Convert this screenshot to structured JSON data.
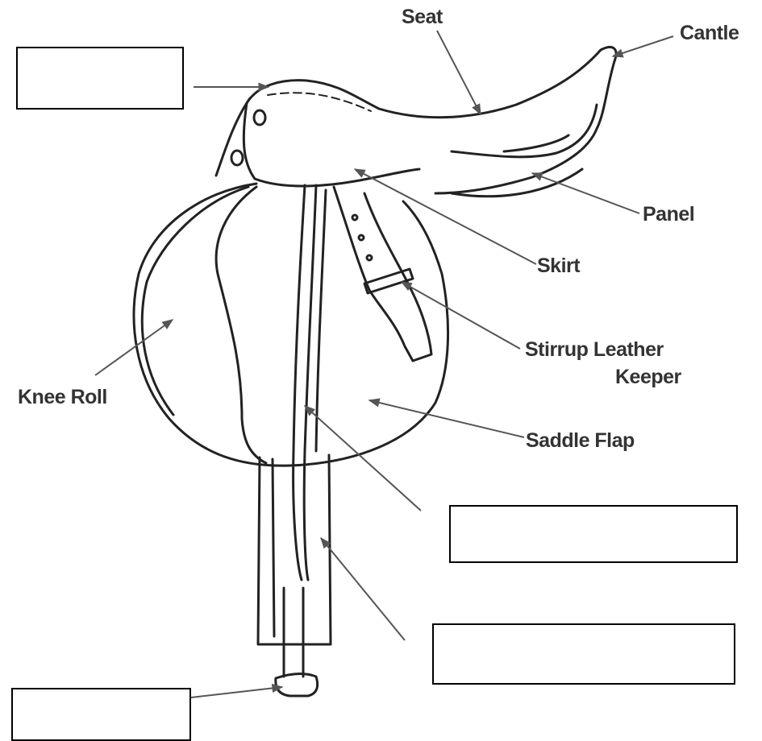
{
  "labels": {
    "seat": "Seat",
    "cantle": "Cantle",
    "panel": "Panel",
    "skirt": "Skirt",
    "stirrup_leather_keeper_line1": "Stirrup Leather",
    "stirrup_leather_keeper_line2": "Keeper",
    "knee_roll": "Knee Roll",
    "saddle_flap": "Saddle Flap"
  },
  "answer_boxes": [
    {
      "value": ""
    },
    {
      "value": ""
    },
    {
      "value": ""
    },
    {
      "value": ""
    }
  ],
  "colors": {
    "line": "#222222",
    "label_text": "#333333",
    "box_border": "#000000",
    "background": "#ffffff"
  }
}
